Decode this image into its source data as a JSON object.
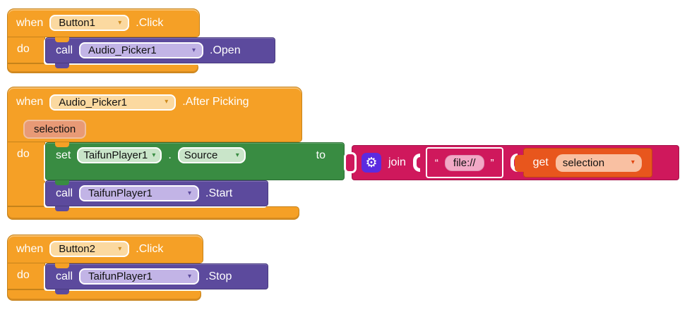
{
  "ui": {
    "dropdown_arrow": "▾",
    "gear_icon": "⚙",
    "quote_open": "“",
    "quote_close": "”"
  },
  "colors": {
    "canvas": "#FFFFFF",
    "event_block": "#F5A026",
    "event_block_border": "#C5821A",
    "event_dropdown": "#FBD9A0",
    "method_block": "#5C4A9D",
    "method_dropdown": "#C2B4E6",
    "set_block": "#398C42",
    "set_dropdown": "#C9E5C9",
    "text_block": "#CF185C",
    "text_field": "#F2A9C6",
    "get_block": "#E8561D",
    "get_dropdown": "#F9C0A2",
    "param_badge": "#E89A76",
    "gear_background": "#5B2BE0"
  },
  "block1": {
    "when_label": "when",
    "component": "Button1",
    "event_name": ".Click",
    "do_label": "do",
    "call": {
      "call_label": "call",
      "component": "Audio_Picker1",
      "method_name": ".Open"
    }
  },
  "block2": {
    "when_label": "when",
    "component": "Audio_Picker1",
    "event_name": ".After Picking",
    "param": "selection",
    "do_label": "do",
    "set": {
      "set_label": "set",
      "component": "TaifunPlayer1",
      "dot": ".",
      "property": "Source",
      "to_label": "to"
    },
    "join": {
      "join_label": "join",
      "text_value": "file://",
      "get_label": "get",
      "get_variable": "selection"
    },
    "call": {
      "call_label": "call",
      "component": "TaifunPlayer1",
      "method_name": ".Start"
    }
  },
  "block3": {
    "when_label": "when",
    "component": "Button2",
    "event_name": ".Click",
    "do_label": "do",
    "call": {
      "call_label": "call",
      "component": "TaifunPlayer1",
      "method_name": ".Stop"
    }
  }
}
